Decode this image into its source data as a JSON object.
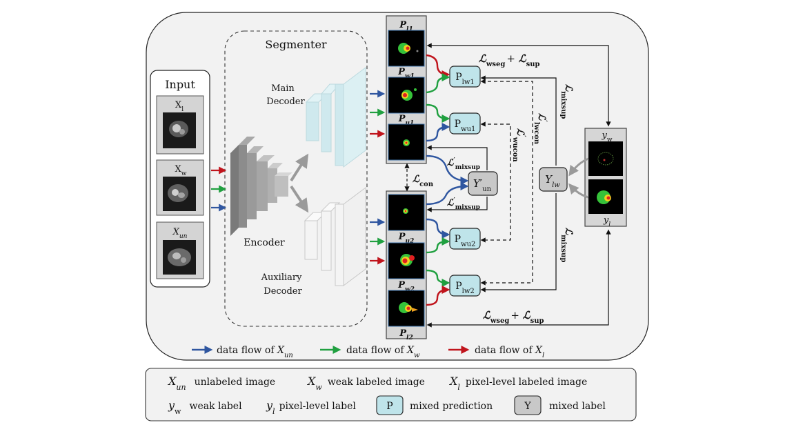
{
  "segmenter": {
    "title": "Segmenter"
  },
  "input": {
    "title": "Input",
    "items": [
      {
        "main": "X",
        "sub": "l"
      },
      {
        "main": "X",
        "sub": "w"
      },
      {
        "main": "X",
        "sub": "un"
      }
    ]
  },
  "decoders": {
    "main": [
      "Main",
      "Decoder"
    ],
    "aux": [
      "Auxiliary",
      "Decoder"
    ],
    "encoder": "Encoder"
  },
  "predictions": {
    "pl1": {
      "main": "P",
      "sub": "l1"
    },
    "pw1": {
      "main": "P",
      "sub": "w1"
    },
    "pu1": {
      "main": "P",
      "sub": "u1"
    },
    "pu2": {
      "main": "P",
      "sub": "u2"
    },
    "pw2": {
      "main": "P",
      "sub": "w2"
    },
    "pl2": {
      "main": "P",
      "sub": "l2"
    }
  },
  "mixed_boxes": {
    "plw1": {
      "main": "P",
      "sub": "lw1"
    },
    "pwu1": {
      "main": "P",
      "sub": "wu1"
    },
    "yun": {
      "main": "Y′",
      "sub": "un"
    },
    "pwu2": {
      "main": "P",
      "sub": "wu2"
    },
    "plw2": {
      "main": "P",
      "sub": "lw2"
    },
    "ylw": {
      "main": "Y",
      "sub": "lw"
    }
  },
  "labels_panel": {
    "yw": {
      "main": "y",
      "sub": "w"
    },
    "yl": {
      "main": "y",
      "sub": "l"
    }
  },
  "losses": {
    "top": {
      "a": "ℒ",
      "a_sub": "wseg",
      "plus": "+ ",
      "b": "ℒ",
      "b_sub": "sup"
    },
    "bottom": {
      "a": "ℒ",
      "a_sub": "wseg",
      "plus": "+ ",
      "b": "ℒ",
      "b_sub": "sup"
    },
    "mixsup_top": {
      "main": "ℒ",
      "sub": "mixsup"
    },
    "mixsup_bottom": {
      "main": "ℒ",
      "sub": "mixsup"
    },
    "lwcon": {
      "main": "ℒ",
      "sup": "′",
      "sub": "lwcon"
    },
    "wucon": {
      "main": "ℒ",
      "sup": "′",
      "sub": "wucon"
    },
    "con": {
      "main": "ℒ",
      "sub": "con"
    },
    "mixsup_prime_top": {
      "main": "ℒ",
      "sup": "′",
      "sub": "mixsup"
    },
    "mixsup_prime_bottom": {
      "main": "ℒ",
      "sup": "′",
      "sub": "mixsup"
    }
  },
  "flow_legend": [
    {
      "text": "data flow  of ",
      "var": "X",
      "sub": "un",
      "color": "#2f56a0"
    },
    {
      "text": "data flow  of ",
      "var": "X",
      "sub": "w",
      "color": "#20a040"
    },
    {
      "text": "data flow  of ",
      "var": "X",
      "sub": "l",
      "color": "#c0141c"
    }
  ],
  "legend": {
    "xun": {
      "var": "X",
      "sub": "un",
      "text": "unlabeled image"
    },
    "xw": {
      "var": "X",
      "sub": "w",
      "text": "weak labeled image"
    },
    "xl": {
      "var": "X",
      "sub": "l",
      "text": "pixel-level labeled image"
    },
    "yw": {
      "var": "y",
      "sub": "w",
      "text": "weak label"
    },
    "yl": {
      "var": "y",
      "sub": "l",
      "text": "pixel-level label"
    },
    "p": {
      "symbol": "P",
      "text": "mixed prediction"
    },
    "y": {
      "symbol": "Y",
      "text": "mixed label"
    }
  },
  "colors": {
    "blue": "#2f56a0",
    "green": "#20a040",
    "red": "#c0141c",
    "gray_arrow": "#9a9a9a",
    "mixed_prediction_fill": "#bfe4ea",
    "mixed_label_fill": "#c8c8c8",
    "decoder_main": "#cfe9ee",
    "decoder_aux": "#f0f0f0",
    "panel_bg": "#f2f2f2"
  }
}
